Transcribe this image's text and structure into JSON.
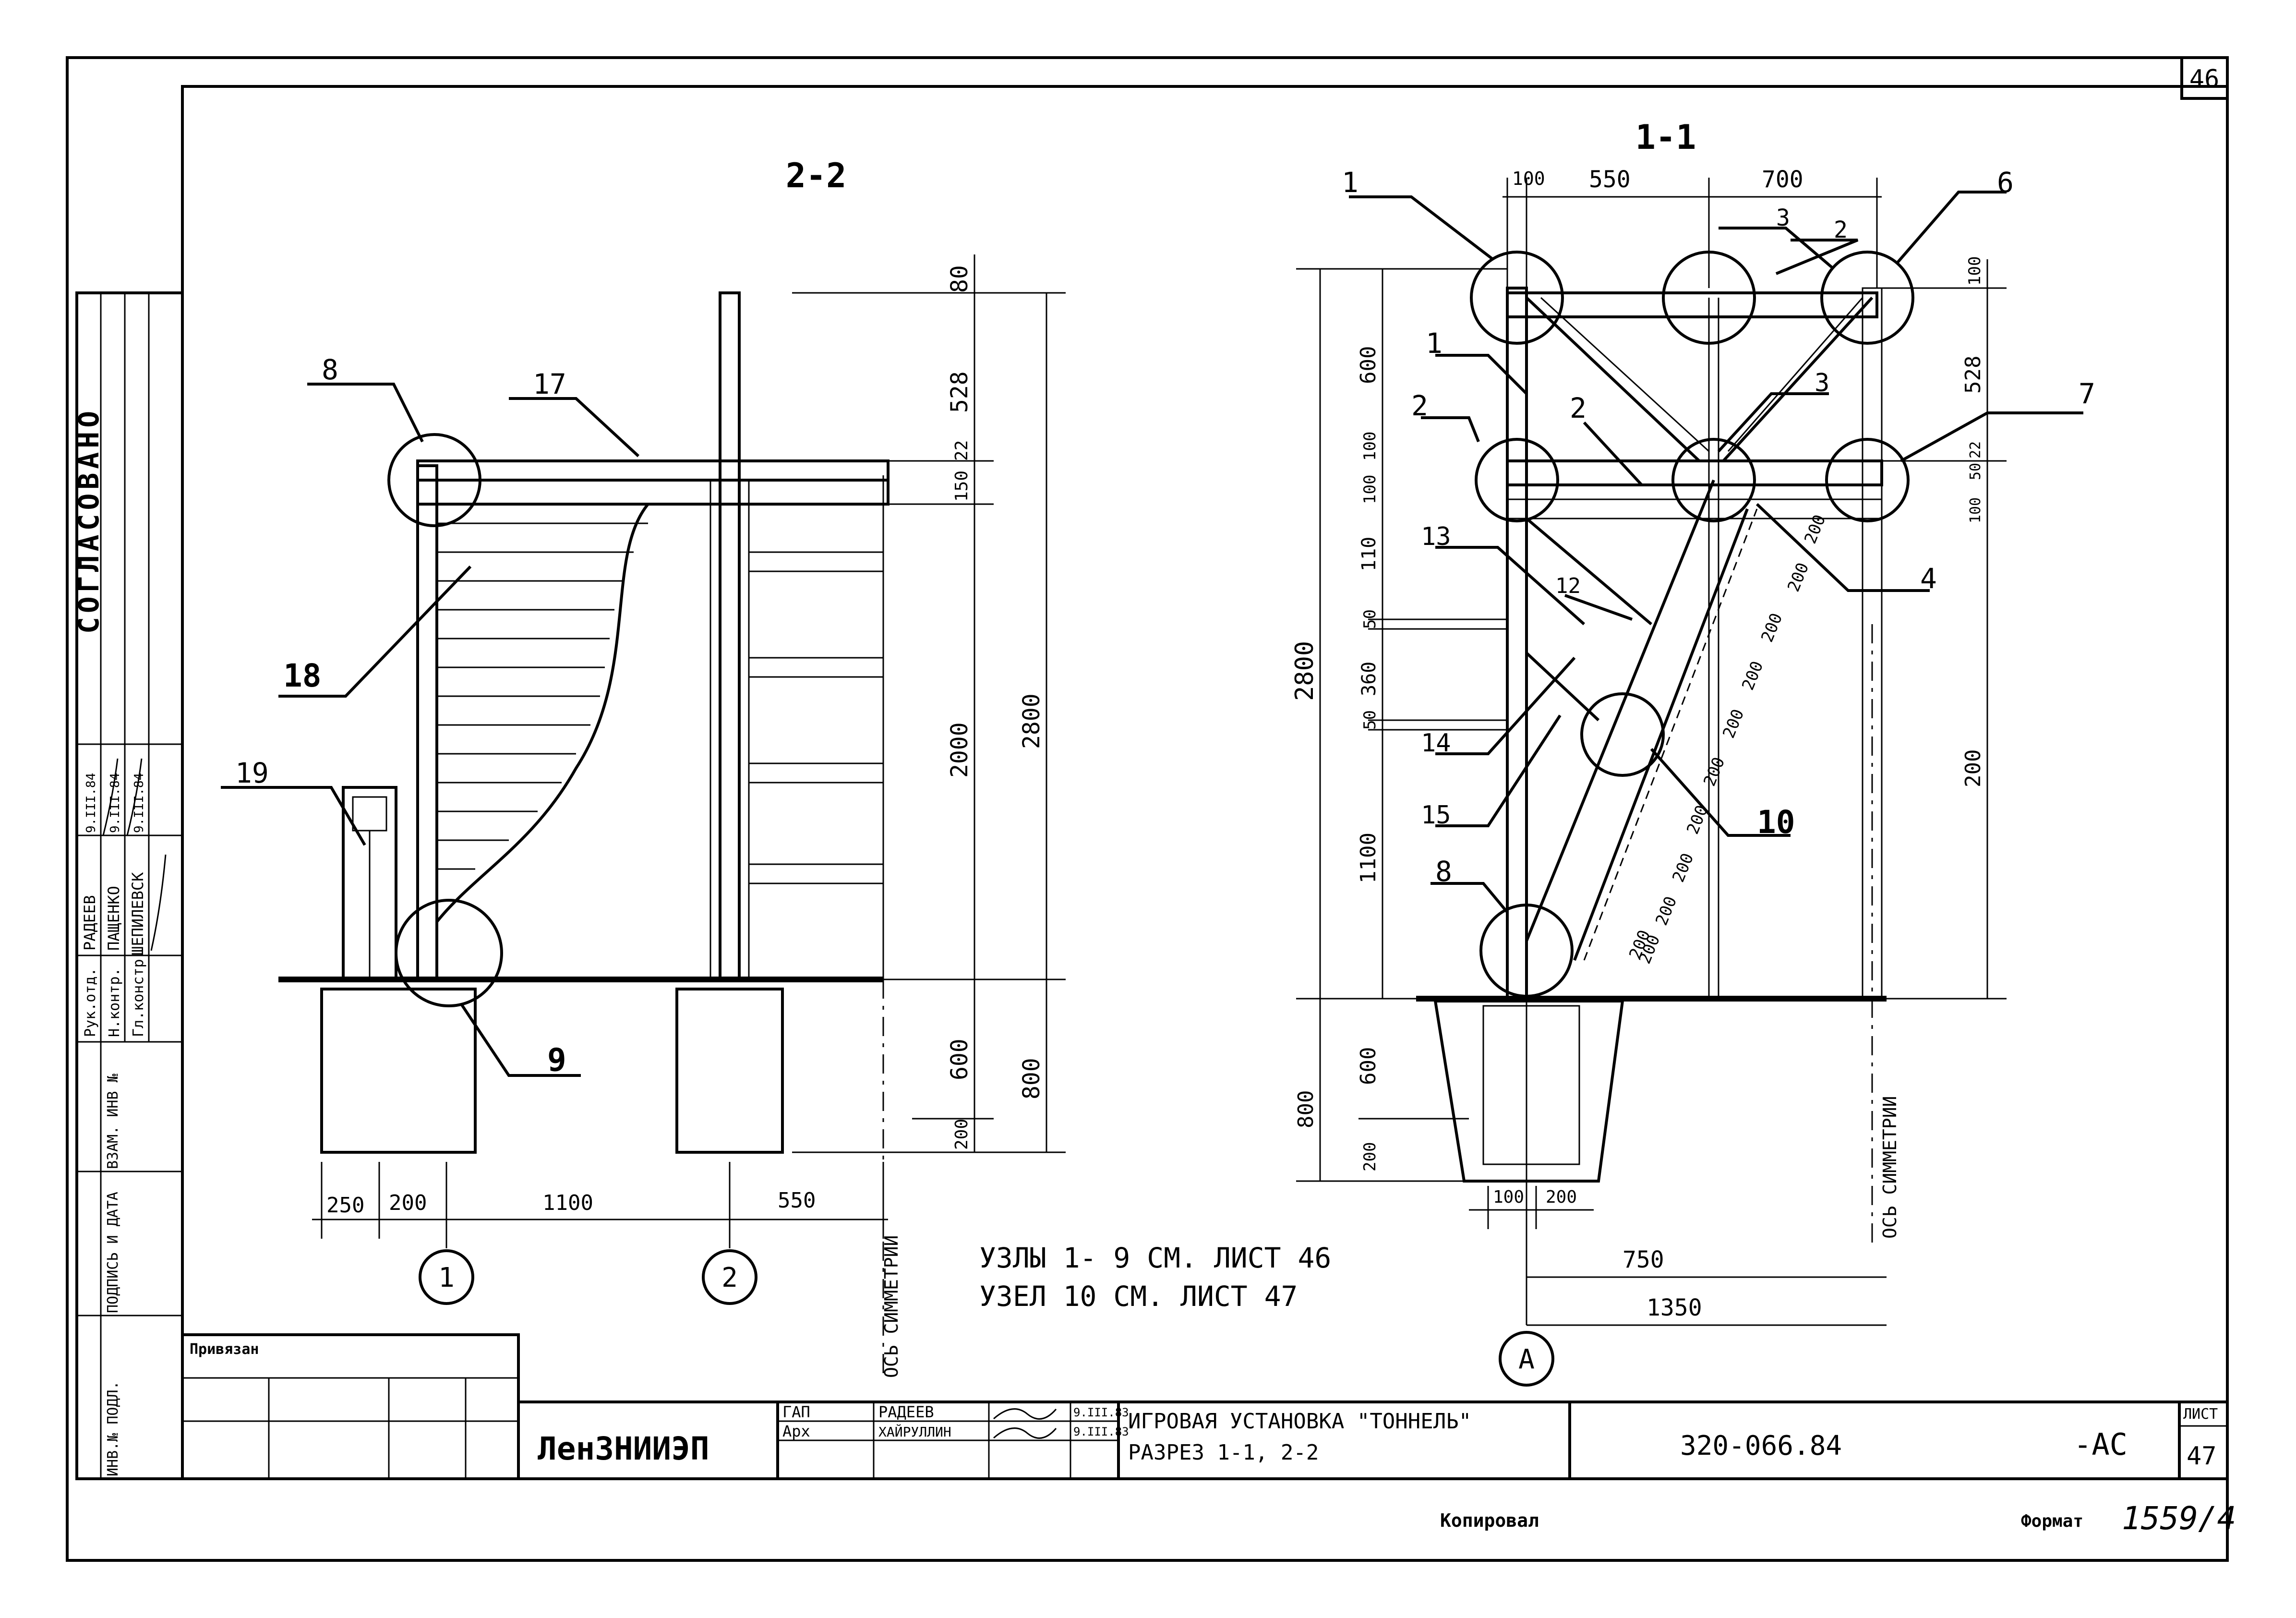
{
  "sheet": {
    "top_page_number": "46",
    "sheet_number": "47",
    "format_value": "1559/4",
    "format_label": "Формат",
    "copied_label": "Копировал"
  },
  "left_view": {
    "title": "2-2",
    "callouts": [
      "8",
      "17",
      "18",
      "19",
      "9"
    ],
    "dims_vertical": [
      "80",
      "528",
      "22",
      "150",
      "2000",
      "2800",
      "600",
      "800",
      "200"
    ],
    "dims_horizontal": [
      "250",
      "200",
      "1100",
      "550"
    ],
    "axes": [
      "1",
      "2"
    ],
    "symmetry_label": "ОСЬ СИММЕТРИИ"
  },
  "right_view": {
    "title": "1-1",
    "callouts": [
      "1",
      "6",
      "3",
      "2",
      "1",
      "2",
      "3",
      "7",
      "2",
      "13",
      "12",
      "4",
      "14",
      "15",
      "10",
      "8"
    ],
    "dims_top": [
      "100",
      "550",
      "700"
    ],
    "dims_left": [
      "600",
      "100",
      "100",
      "110",
      "50",
      "360",
      "50",
      "1100",
      "2800",
      "800",
      "600",
      "200"
    ],
    "dims_right": [
      "100",
      "528",
      "22",
      "50",
      "100",
      "200"
    ],
    "dims_stair": [
      "200",
      "200",
      "200",
      "200",
      "200",
      "200",
      "200",
      "200",
      "200",
      "200",
      "200"
    ],
    "dims_bottom": [
      "100",
      "200",
      "750",
      "1350"
    ],
    "axis": "А",
    "symmetry_label": "ОСЬ СИММЕТРИИ"
  },
  "notes": [
    "УЗЛЫ 1- 9 СМ. ЛИСТ 46",
    "УЗЕЛ 10 СМ. ЛИСТ 47"
  ],
  "approval_column": {
    "title": "СОГЛАСОВАНО",
    "roles": [
      "Рук.отд.",
      "Н.контр.",
      "Гл.констр."
    ],
    "names": [
      "РАДЕЕВ",
      "ПАЩЕНКО",
      "ШЕПИЛЕВСК"
    ],
    "dates": [
      "9.III.84",
      "9.III.84",
      "9.III.84"
    ],
    "bottom_labels": [
      "ВЗАМ. ИНВ №",
      "ПОДПИСЬ И ДАТА",
      "ИНВ.№ ПОДЛ."
    ]
  },
  "title_block": {
    "bound_label": "Привязан",
    "org": "ЛенЗНИИЭП",
    "roles": [
      "ГАП",
      "Арх"
    ],
    "names": [
      "РАДЕЕВ",
      "ХАЙРУЛЛИН"
    ],
    "dates": [
      "9.III.83",
      "9.III.83"
    ],
    "title_line1": "ИГРОВАЯ УСТАНОВКА \"ТОННЕЛЬ\"",
    "title_line2": "РАЗРЕЗ 1-1, 2-2",
    "doc_code": "320-066.84",
    "doc_suffix": "-АС",
    "sheet_label": "ЛИСТ"
  }
}
